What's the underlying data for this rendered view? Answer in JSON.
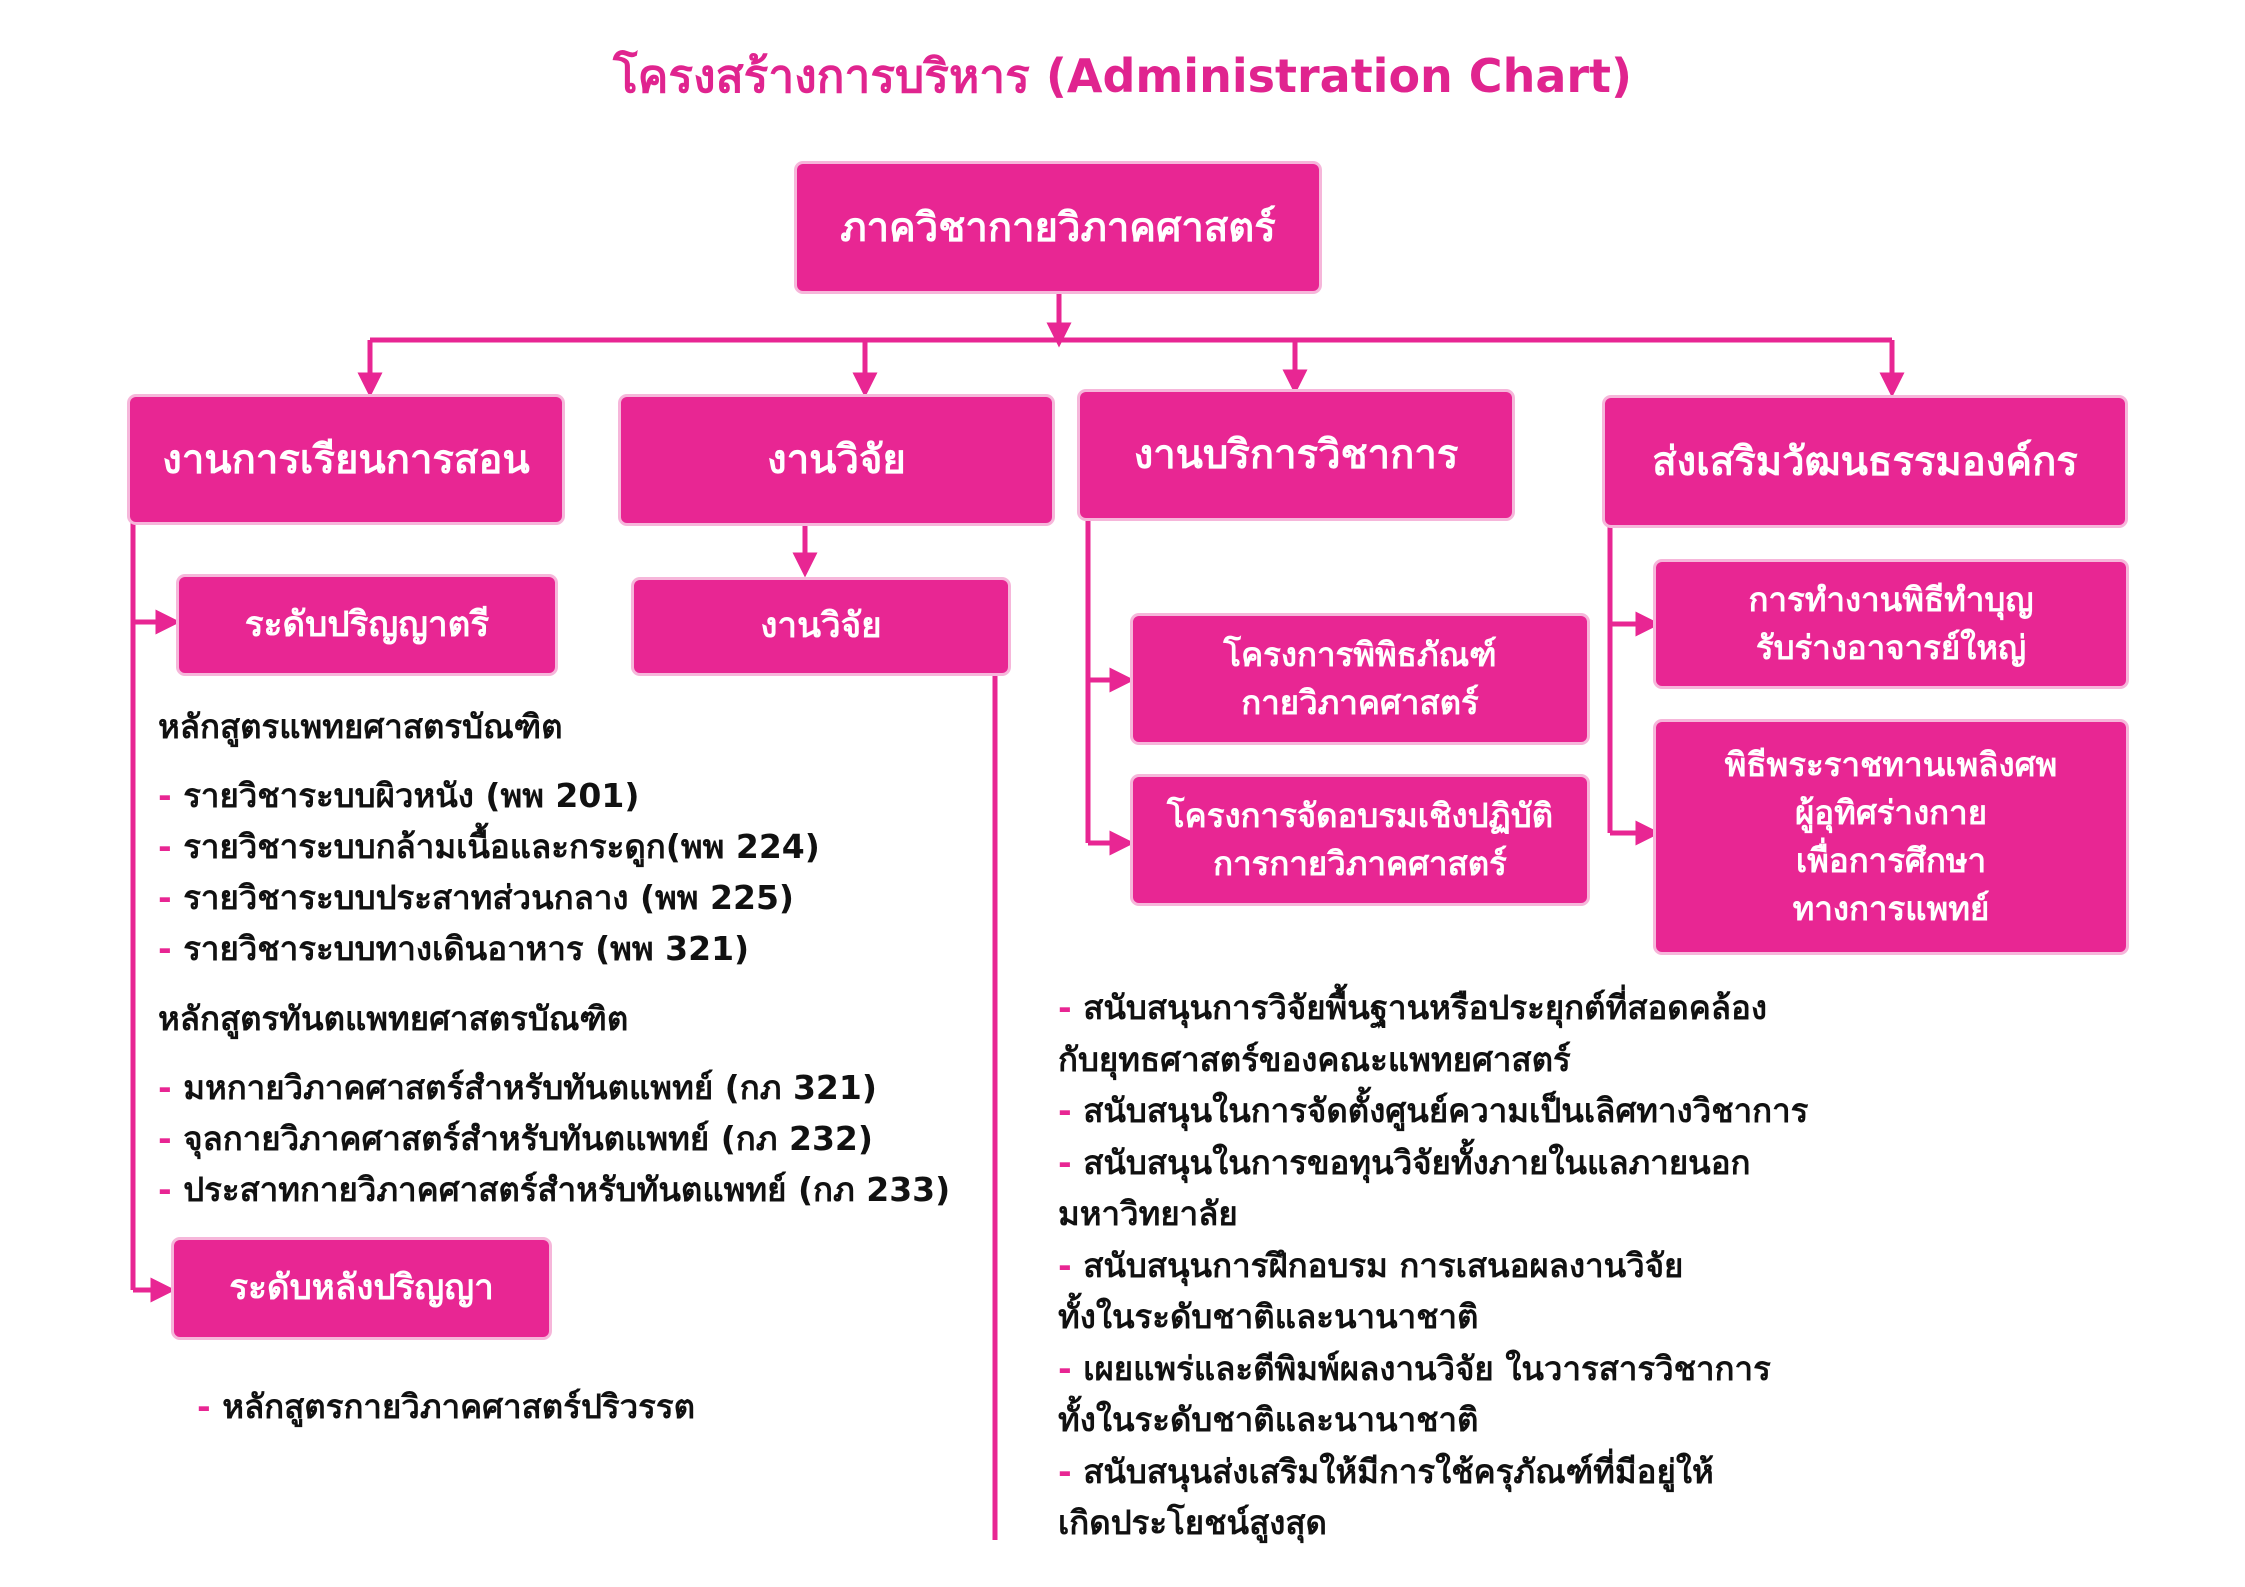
{
  "title": "โครงสร้างการบริหาร (Administration Chart)",
  "colors": {
    "accent": "#e82693",
    "text": "#111111",
    "background": "#ffffff"
  },
  "root": "ภาควิชากายวิภาคศาสตร์",
  "branches": {
    "teaching": "งานการเรียนการสอน",
    "research": "งานวิจัย",
    "academic_service": "งานบริการวิชาการ",
    "culture": "ส่งเสริมวัฒนธรรมองค์กร"
  },
  "teaching": {
    "undergrad_label": "ระดับปริญญาตรี",
    "md_program": "หลักสูตรแพทยศาสตรบัณฑิต",
    "md_courses": [
      "รายวิชาระบบผิวหนัง (พพ 201)",
      "รายวิชาระบบกล้ามเนื้อและกระดูก(พพ 224)",
      "รายวิชาระบบประสาทส่วนกลาง (พพ 225)",
      "รายวิชาระบบทางเดินอาหาร (พพ 321)"
    ],
    "dds_program": "หลักสูตรทันตแพทยศาสตรบัณฑิต",
    "dds_courses": [
      "มหกายวิภาคศาสตร์สำหรับทันตแพทย์ (กภ 321)",
      "จุลกายวิภาคศาสตร์สำหรับทันตแพทย์ (กภ 232)",
      "ประสาทกายวิภาคศาสตร์สำหรับทันตแพทย์ (กภ 233)"
    ],
    "grad_label": "ระดับหลังปริญญา",
    "grad_courses": [
      "หลักสูตรกายวิภาคศาสตร์ปริวรรต"
    ]
  },
  "research": {
    "sub": "งานวิจัย",
    "items": [
      [
        "สนับสนุนการวิจัยพื้นฐานหรือประยุกต์ที่สอดคล้อง",
        "กับยุทธศาสตร์ของคณะแพทยศาสตร์"
      ],
      [
        "สนับสนุนในการจัดตั้งศูนย์ความเป็นเลิศทางวิชาการ"
      ],
      [
        "สนับสนุนในการขอทุนวิจัยทั้งภายในแลภายนอก",
        "มหาวิทยาลัย"
      ],
      [
        "สนับสนุนการฝึกอบรม การเสนอผลงานวิจัย",
        "ทั้งในระดับชาติและนานาชาติ"
      ],
      [
        "เผยแพร่และตีพิมพ์ผลงานวิจัย ในวารสารวิชาการ",
        "ทั้งในระดับชาติและนานาชาติ"
      ],
      [
        "สนับสนุนส่งเสริมให้มีการใช้ครุภัณฑ์ที่มีอยู่ให้",
        "เกิดประโยชน์สูงสุด"
      ]
    ]
  },
  "service": {
    "museum": [
      "โครงการพิพิธภัณฑ์",
      "กายวิภาคศาสตร์"
    ],
    "workshop": [
      "โครงการจัดอบรมเชิงปฏิบัติ",
      "การกายวิภาคศาสตร์"
    ]
  },
  "culture": {
    "merit": [
      "การทำงานพิธีทำบุญ",
      "รับร่างอาจารย์ใหญ่"
    ],
    "cremation": [
      "พิธีพระราชทานเพลิงศพ",
      "ผู้อุทิศร่างกาย",
      "เพื่อการศึกษา",
      "ทางการแพทย์"
    ]
  }
}
